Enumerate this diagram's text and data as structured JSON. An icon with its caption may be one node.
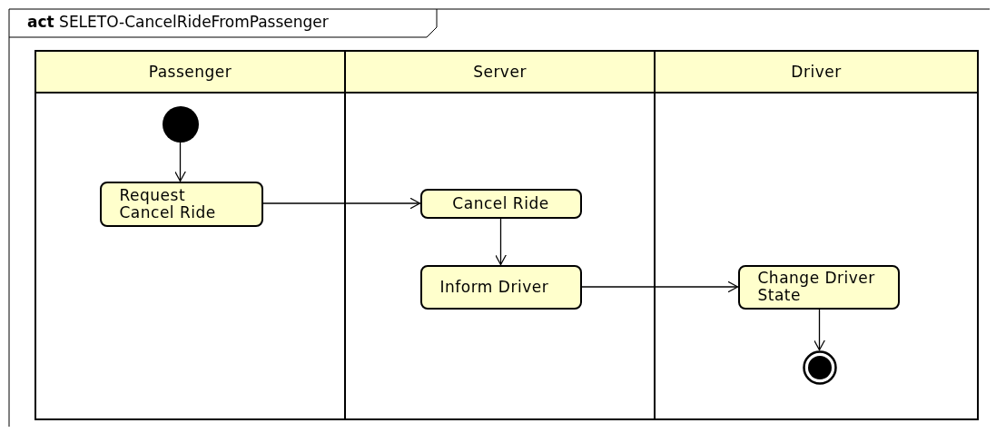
{
  "diagram": {
    "title": "**act** SELETO-CancelRideFromPassenger",
    "nodes": [
      {
        "text": [
          "Passenger"
        ]
      },
      {
        "text": [
          "Server"
        ]
      },
      {
        "text": [
          "Driver"
        ]
      },
      {
        "text": [],
        "shape": "circle",
        "in": 0
      },
      {
        "text": [
          "Request Cancel Ride"
        ],
        "in": 0
      },
      {
        "text": [
          "Cancel Ride"
        ],
        "in": 1
      },
      {
        "text": [
          "Inform Driver"
        ],
        "in": 1
      },
      {
        "text": [
          "Change Driver State"
        ],
        "in": 2
      },
      {
        "text": [],
        "shape": "bullseye",
        "in": 2
      }
    ],
    "edges": [
      {
        "from": 3,
        "to": 4,
        "arrow": "to"
      },
      {
        "from": 4,
        "to": 5,
        "arrow": "to"
      },
      {
        "from": 5,
        "to": 6,
        "arrow": "to"
      },
      {
        "from": 6,
        "to": 7,
        "arrow": "to"
      },
      {
        "from": 7,
        "to": 8,
        "arrow": "to"
      }
    ]
  }
}
